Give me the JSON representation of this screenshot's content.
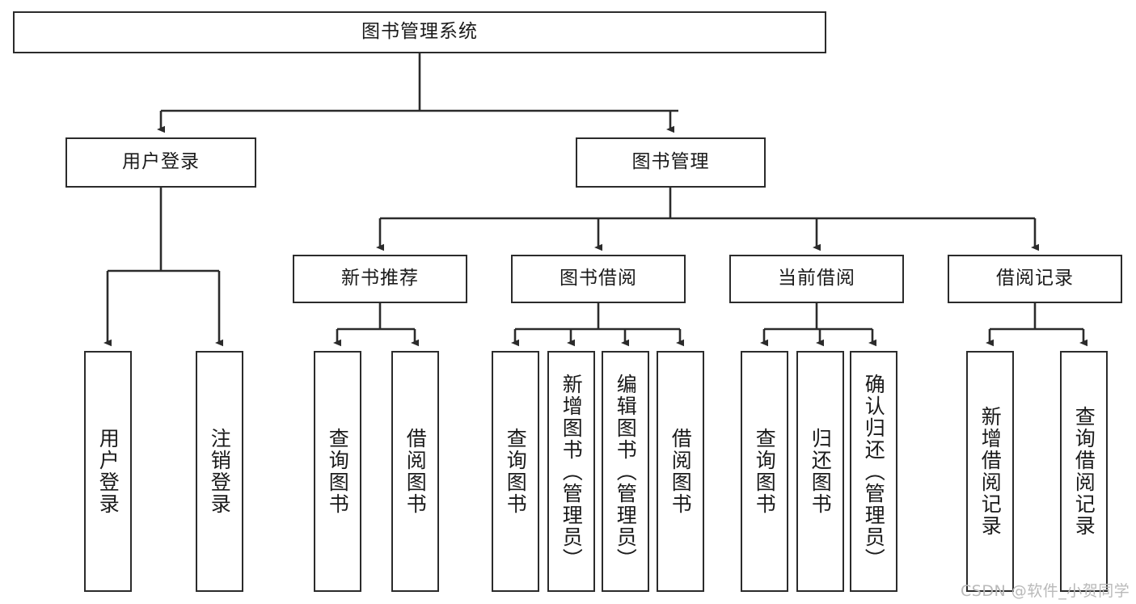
{
  "diagram": {
    "type": "tree-hierarchy-diagram",
    "title": "图书管理系统",
    "orientation": "top-down",
    "watermark": "CSDN @软件_小贺同学",
    "colors": {
      "box_border": "#2b2b2b",
      "box_fill": "#ffffff",
      "edge": "#2b2b2b",
      "text": "#1a1a1a",
      "watermark": "#b9b9b9",
      "background": "#ffffff"
    },
    "nodes": {
      "root": {
        "label": "图书管理系统",
        "level": 1
      },
      "level2": [
        {
          "id": "user-login",
          "label": "用户登录"
        },
        {
          "id": "book-manage",
          "label": "图书管理"
        }
      ],
      "level3": [
        {
          "id": "new-book-recommend",
          "label": "新书推荐",
          "parent": "book-manage"
        },
        {
          "id": "book-borrow",
          "label": "图书借阅",
          "parent": "book-manage"
        },
        {
          "id": "current-borrow",
          "label": "当前借阅",
          "parent": "book-manage"
        },
        {
          "id": "borrow-record",
          "label": "借阅记录",
          "parent": "book-manage"
        }
      ],
      "leaves": [
        {
          "id": "leaf-user-login",
          "label": "用户登录",
          "parent": "user-login"
        },
        {
          "id": "leaf-logout-login",
          "label": "注销登录",
          "parent": "user-login"
        },
        {
          "id": "leaf-query-book-1",
          "label": "查询图书",
          "parent": "new-book-recommend"
        },
        {
          "id": "leaf-borrow-book-1",
          "label": "借阅图书",
          "parent": "new-book-recommend"
        },
        {
          "id": "leaf-query-book-2",
          "label": "查询图书",
          "parent": "book-borrow"
        },
        {
          "id": "leaf-add-book",
          "label": "新增图书（管理员）",
          "parent": "book-borrow"
        },
        {
          "id": "leaf-edit-book",
          "label": "编辑图书（管理员）",
          "parent": "book-borrow"
        },
        {
          "id": "leaf-borrow-book-2",
          "label": "借阅图书",
          "parent": "book-borrow"
        },
        {
          "id": "leaf-query-book-3",
          "label": "查询图书",
          "parent": "current-borrow"
        },
        {
          "id": "leaf-return-book",
          "label": "归还图书",
          "parent": "current-borrow"
        },
        {
          "id": "leaf-confirm-return",
          "label": "确认归还（管理员）",
          "parent": "current-borrow"
        },
        {
          "id": "leaf-add-record",
          "label": "新增借阅记录",
          "parent": "borrow-record"
        },
        {
          "id": "leaf-query-record",
          "label": "查询借阅记录",
          "parent": "borrow-record"
        }
      ]
    }
  }
}
